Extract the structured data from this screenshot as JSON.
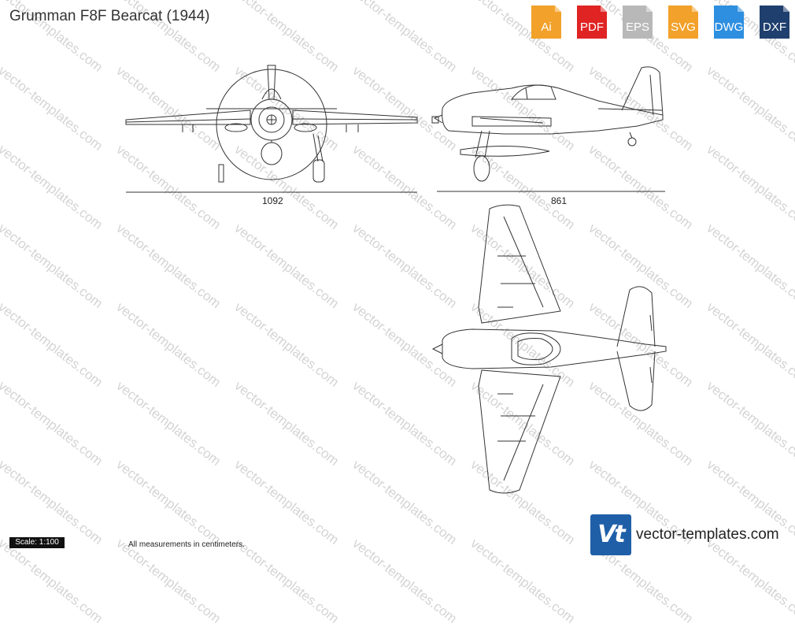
{
  "title": "Grumman F8F Bearcat (1944)",
  "formats": [
    {
      "label": "Ai",
      "color": "#f2a12a"
    },
    {
      "label": "PDF",
      "color": "#e02424"
    },
    {
      "label": "EPS",
      "color": "#b8b8b8"
    },
    {
      "label": "SVG",
      "color": "#f2a12a"
    },
    {
      "label": "DWG",
      "color": "#2e8fe0"
    },
    {
      "label": "DXF",
      "color": "#1f3f6e"
    }
  ],
  "dimensions": {
    "front_width": "1092",
    "side_length": "861"
  },
  "scale": "Scale: 1:100",
  "note": "All measurements in centimeters.",
  "brand": {
    "logo_text": "Vt",
    "name": "vector-templates.com",
    "color": "#1f5fa8"
  },
  "watermark": "vector-templates.com"
}
